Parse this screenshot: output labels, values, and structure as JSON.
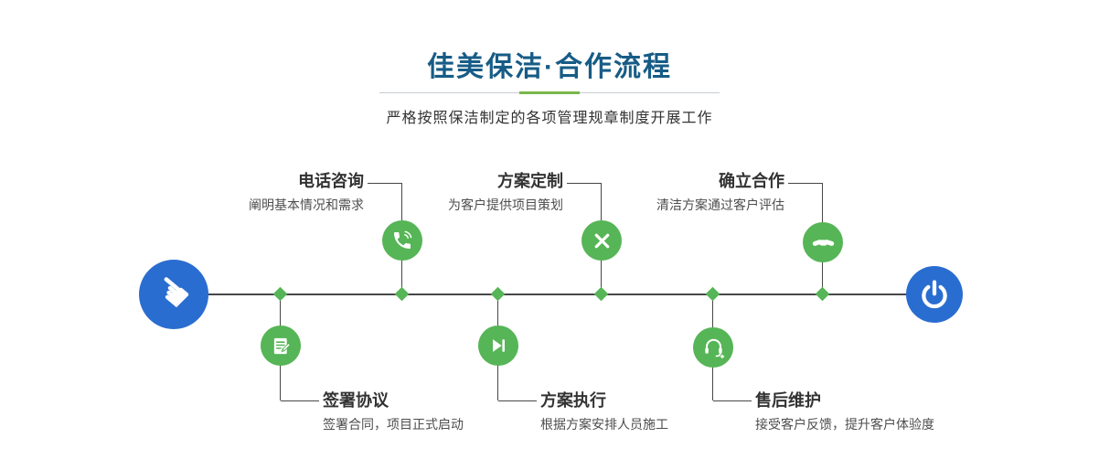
{
  "page": {
    "title": "佳美保洁·合作流程",
    "subtitle": "严格按照保洁制定的各项管理规章制度开展工作"
  },
  "colors": {
    "title_blue": "#175c86",
    "accent_green": "#56b556",
    "endpoint_blue": "#2a6dd0",
    "divider_accent_green": "#78b64a",
    "line_gray": "#474747"
  },
  "timeline": {
    "start_icon": "pointing-hand-icon",
    "start_glyph": "☚",
    "end_icon": "power-icon"
  },
  "steps": [
    {
      "title": "电话咨询",
      "desc": "阐明基本情况和需求",
      "icon": "phone-icon",
      "position": "top"
    },
    {
      "title": "方案定制",
      "desc": "为客户提供项目策划",
      "icon": "design-tools-icon",
      "position": "top"
    },
    {
      "title": "确立合作",
      "desc": "清洁方案通过客户评估",
      "icon": "handshake-icon",
      "position": "top"
    },
    {
      "title": "签署协议",
      "desc": "签署合同，项目正式启动",
      "icon": "document-pen-icon",
      "position": "bottom"
    },
    {
      "title": "方案执行",
      "desc": "根据方案安排人员施工",
      "icon": "play-forward-icon",
      "position": "bottom"
    },
    {
      "title": "售后维护",
      "desc": "接受客户反馈，提升客户体验度",
      "icon": "headset-icon",
      "position": "bottom"
    }
  ]
}
